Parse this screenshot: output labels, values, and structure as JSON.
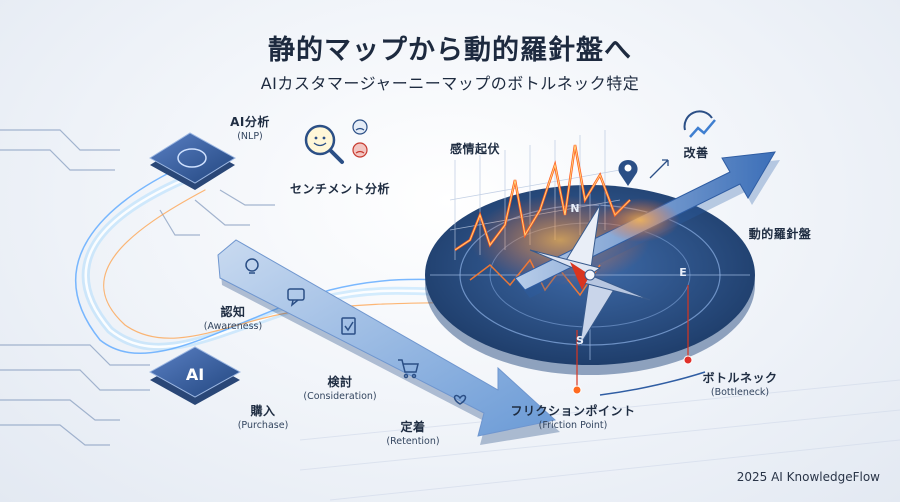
{
  "header": {
    "title": "静的マップから動的羅針盤へ",
    "subtitle": "AIカスタマージャーニーマップのボトルネック特定"
  },
  "ai_chips": {
    "top_label": "AI分析",
    "top_sub": "(NLP)",
    "bottom_chip_text": "AI",
    "bottom_label": "購入",
    "bottom_sub": "(Purchase)"
  },
  "sentiment": {
    "label": "センチメント分析",
    "emotion_label": "感情起伏"
  },
  "journey": {
    "stages": [
      {
        "ja": "認知",
        "en": "(Awareness)",
        "icon": "lightbulb-icon"
      },
      {
        "ja": "検討",
        "en": "(Consideration)",
        "icon": "chat-bubble-icon"
      },
      {
        "ja": "定着",
        "en": "(Retention)",
        "icon": "heart-hand-icon"
      }
    ],
    "stage_icons": [
      "lightbulb-icon",
      "chat-bubble-icon",
      "clipboard-check-icon",
      "shopping-cart-icon",
      "heart-hand-icon"
    ]
  },
  "compass": {
    "label": "動的羅針盤",
    "improve_label": "改善",
    "n": "N",
    "e": "E",
    "s": "S"
  },
  "callouts": {
    "bottleneck_ja": "ボトルネック",
    "bottleneck_en": "(Bottleneck)",
    "friction_ja": "フリクションポイント",
    "friction_en": "(Friction Point)"
  },
  "footer": {
    "credit": "2025 AI KnowledgeFlow"
  },
  "colors": {
    "navy": "#1d2a3f",
    "accent_blue": "#3f7fd0",
    "hot_orange": "#ff5a1f",
    "red_marker": "#e0312b"
  }
}
